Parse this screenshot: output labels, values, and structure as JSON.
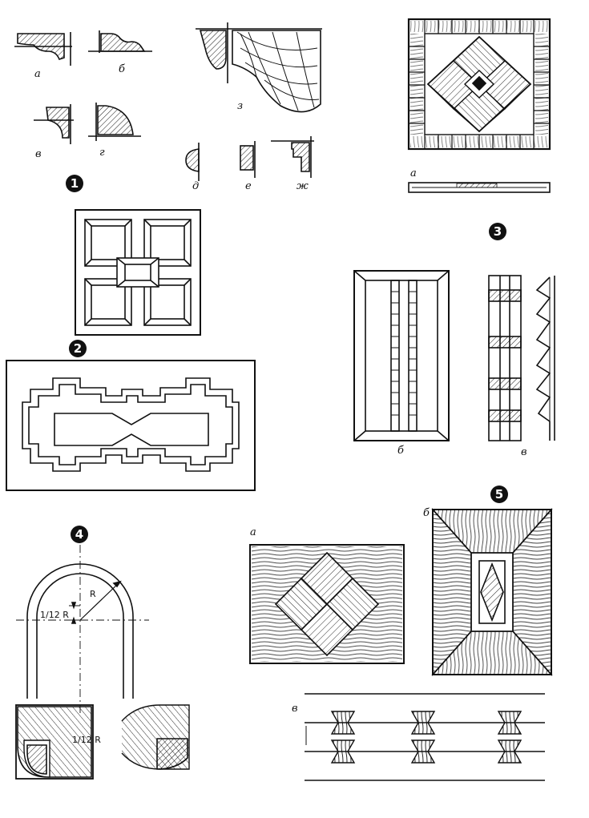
{
  "figures": [
    {
      "number": "1",
      "parts": [
        "а",
        "б",
        "в",
        "г",
        "д",
        "е",
        "ж",
        "з"
      ]
    },
    {
      "number": "2"
    },
    {
      "number": "3",
      "parts": [
        "а",
        "б",
        "в"
      ]
    },
    {
      "number": "4",
      "dimensions": {
        "radius": "R",
        "offset_top": "1/12 R",
        "offset_bottom": "1/12 R"
      }
    },
    {
      "number": "5",
      "parts": [
        "а",
        "б",
        "в"
      ]
    }
  ]
}
